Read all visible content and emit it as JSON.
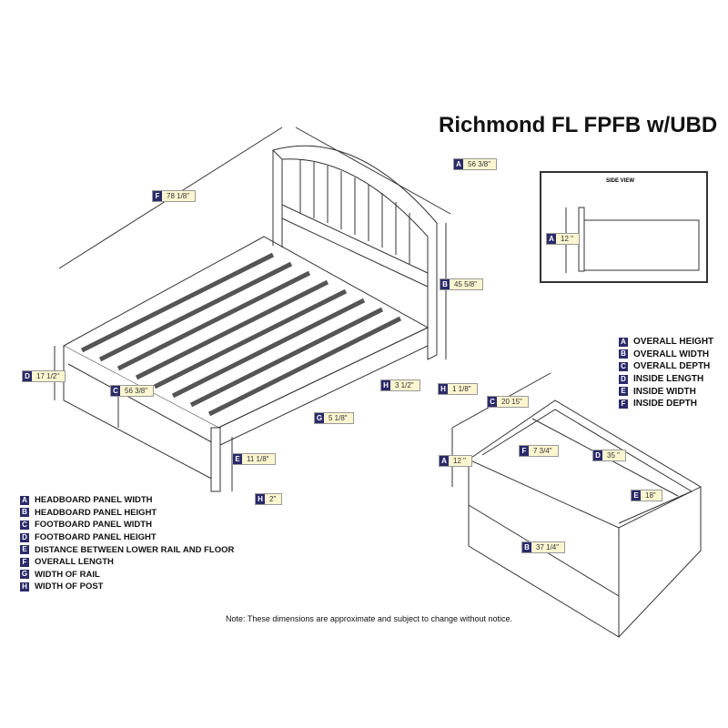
{
  "title": "Richmond FL FPFB w/UBD",
  "side_view_title": "SIDE VIEW",
  "bed_dims": [
    {
      "k": "A",
      "v": "56 3/8\""
    },
    {
      "k": "B",
      "v": "45 5/8\""
    },
    {
      "k": "F",
      "v": "78 1/8\""
    },
    {
      "k": "D",
      "v": "17 1/2\""
    },
    {
      "k": "C",
      "v": "56 3/8\""
    },
    {
      "k": "G",
      "v": "5 1/8\""
    },
    {
      "k": "E",
      "v": "11 1/8\""
    },
    {
      "k": "H",
      "v": "3 1/2\""
    },
    {
      "k": "H",
      "v": "1 1/8\""
    },
    {
      "k": "H",
      "v": "2\""
    }
  ],
  "drawer_dims": [
    {
      "k": "A",
      "v": "12 \""
    },
    {
      "k": "C",
      "v": "20 15\""
    },
    {
      "k": "F",
      "v": "7 3/4\""
    },
    {
      "k": "D",
      "v": "35 \""
    },
    {
      "k": "E",
      "v": "18\""
    },
    {
      "k": "B",
      "v": "37 1/4\""
    }
  ],
  "side_view_dim": {
    "k": "A",
    "v": "12 \""
  },
  "bed_legend": [
    {
      "k": "A",
      "t": "HEADBOARD PANEL WIDTH"
    },
    {
      "k": "B",
      "t": "HEADBOARD PANEL HEIGHT"
    },
    {
      "k": "C",
      "t": "FOOTBOARD PANEL WIDTH"
    },
    {
      "k": "D",
      "t": "FOOTBOARD PANEL HEIGHT"
    },
    {
      "k": "E",
      "t": "DISTANCE BETWEEN LOWER RAIL AND FLOOR"
    },
    {
      "k": "F",
      "t": "OVERALL LENGTH"
    },
    {
      "k": "G",
      "t": "WIDTH OF RAIL"
    },
    {
      "k": "H",
      "t": "WIDTH OF POST"
    }
  ],
  "drawer_legend": [
    {
      "k": "A",
      "t": "OVERALL HEIGHT"
    },
    {
      "k": "B",
      "t": "OVERALL WIDTH"
    },
    {
      "k": "C",
      "t": "OVERALL DEPTH"
    },
    {
      "k": "D",
      "t": "INSIDE LENGTH"
    },
    {
      "k": "E",
      "t": "INSIDE WIDTH"
    },
    {
      "k": "F",
      "t": "INSIDE DEPTH"
    }
  ],
  "note": "Note: These dimensions are approximate and subject to change without notice."
}
